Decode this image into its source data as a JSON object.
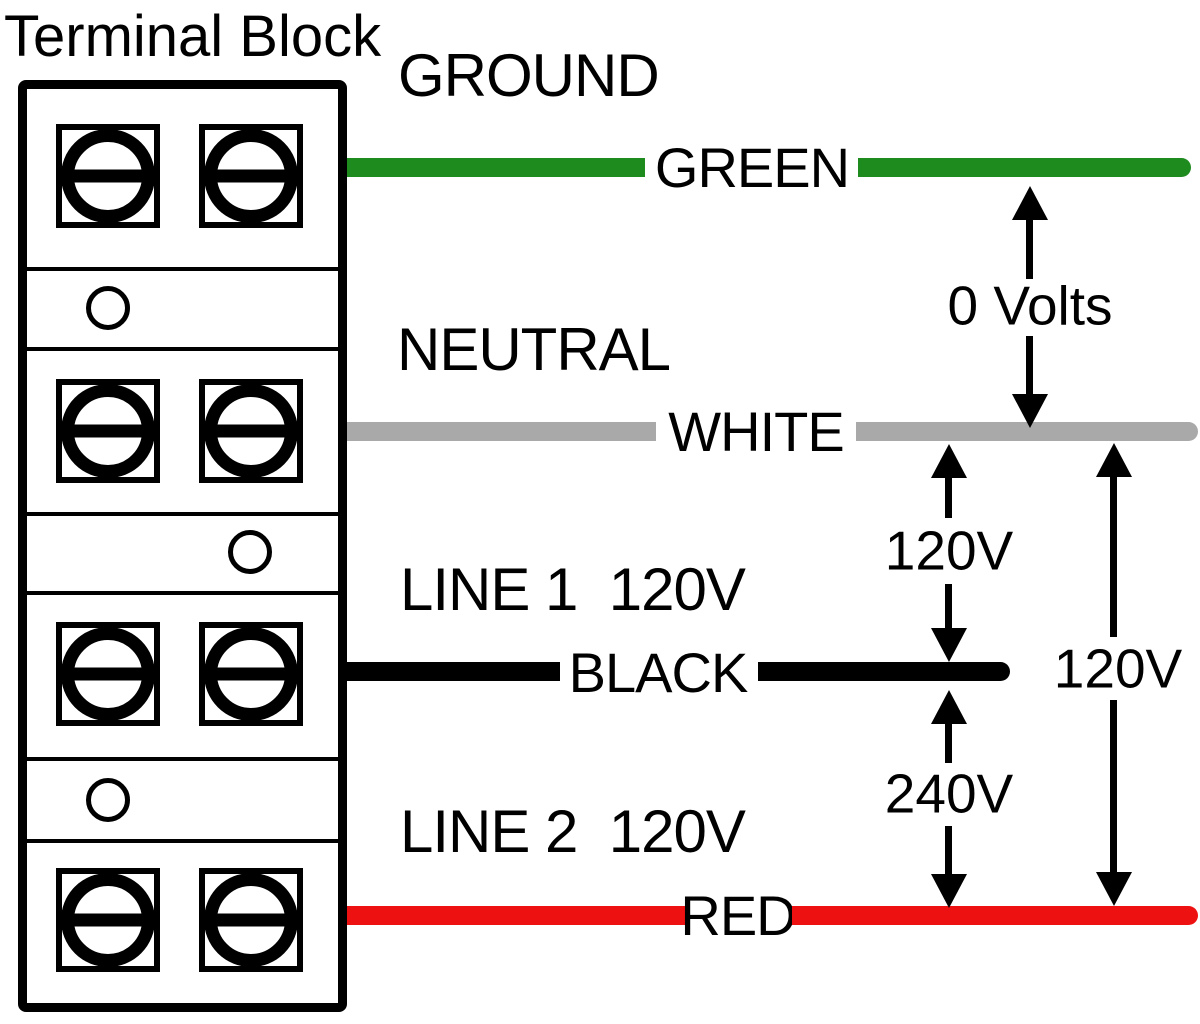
{
  "title": "Terminal Block",
  "terminal_block": {
    "screw_pair_count": 4,
    "mounting_hole_count": 3
  },
  "wires": [
    {
      "name": "ground",
      "circuit_label": "GROUND",
      "color_label": "GREEN",
      "color": "#1e8b1e"
    },
    {
      "name": "neutral",
      "circuit_label": "NEUTRAL",
      "color_label": "WHITE",
      "color": "#a9a9a9"
    },
    {
      "name": "line1",
      "circuit_label": "LINE 1  120V",
      "color_label": "BLACK",
      "color": "#000000"
    },
    {
      "name": "line2",
      "circuit_label": "LINE 2  120V",
      "color_label": "RED",
      "color": "#ee1111"
    }
  ],
  "voltage_measurements": [
    {
      "name": "ground-to-neutral",
      "label": "0 Volts"
    },
    {
      "name": "neutral-to-line1",
      "label": "120V"
    },
    {
      "name": "line1-to-line2",
      "label": "240V"
    },
    {
      "name": "neutral-to-line2",
      "label": "120V"
    }
  ]
}
